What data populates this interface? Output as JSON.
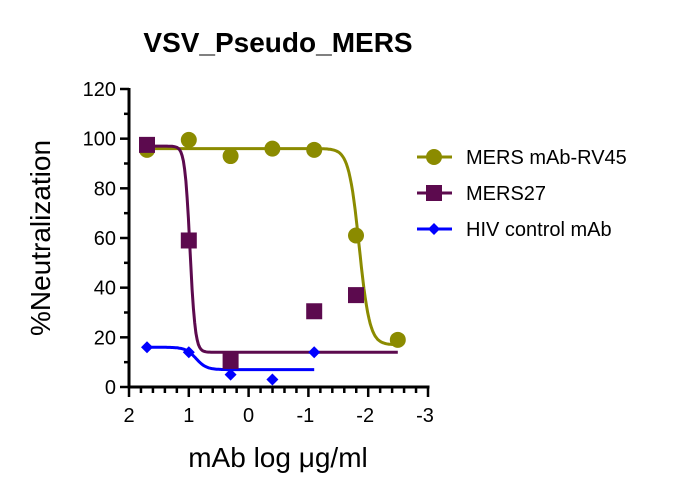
{
  "chart_data": {
    "type": "scatter",
    "title": "VSV_Pseudo_MERS",
    "xlabel": "mAb log μg/ml",
    "ylabel": "%Neutralization",
    "xlim": [
      2,
      -3
    ],
    "ylim": [
      0,
      120
    ],
    "x_ticks": [
      2,
      1,
      0,
      -1,
      -2,
      -3
    ],
    "x_tick_labels": [
      "2",
      "1",
      "0",
      "-1",
      "-2",
      "-3"
    ],
    "y_ticks": [
      0,
      20,
      40,
      60,
      80,
      100,
      120
    ],
    "y_tick_labels": [
      "0",
      "20",
      "40",
      "60",
      "80",
      "100",
      "120"
    ],
    "grid": false,
    "legend_position": "right",
    "series": [
      {
        "name": "MERS mAb-RV45",
        "color": "#8B8B00",
        "marker": "circle",
        "x": [
          1.699,
          1.0,
          0.301,
          -0.398,
          -1.097,
          -1.796,
          -2.495
        ],
        "y": [
          95.5,
          99.5,
          93,
          96,
          95.5,
          61,
          19
        ],
        "fit": {
          "top": 96,
          "bottom": 17,
          "logIC50": -1.85,
          "hill": 5,
          "range": [
            1.699,
            -2.495
          ]
        }
      },
      {
        "name": "MERS27",
        "color": "#5C0A4E",
        "marker": "square",
        "x": [
          1.699,
          1.0,
          0.301,
          -1.097,
          -1.796
        ],
        "y": [
          97.5,
          59,
          10.5,
          30.5,
          37
        ],
        "fit": {
          "top": 97,
          "bottom": 14,
          "logIC50": 0.98,
          "hill": 10,
          "range": [
            1.699,
            -2.495
          ]
        }
      },
      {
        "name": "HIV control mAb",
        "color": "#0000FF",
        "marker": "diamond",
        "x": [
          1.699,
          1.0,
          0.301,
          -0.398,
          -1.097
        ],
        "y": [
          16,
          14,
          5,
          3,
          14
        ],
        "fit": {
          "top": 16,
          "bottom": 7,
          "logIC50": 0.88,
          "hill": 5,
          "range": [
            1.699,
            -1.097
          ]
        }
      }
    ]
  }
}
